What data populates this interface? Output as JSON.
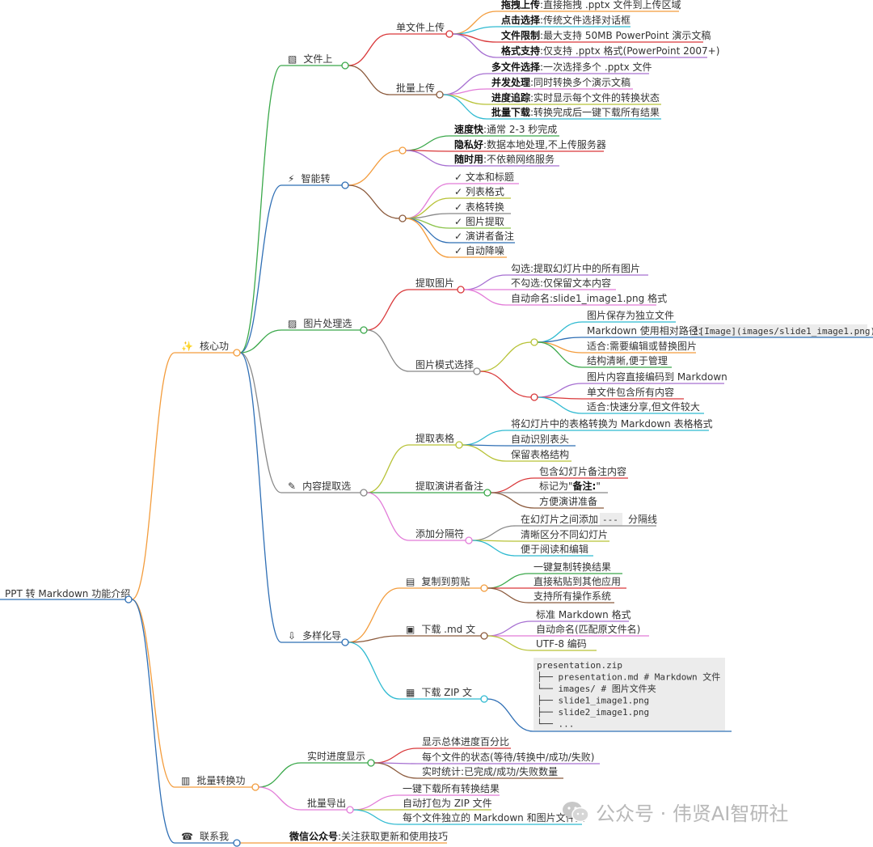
{
  "root": "PPT 转 Markdown 功能介绍",
  "colors": {
    "orange": "#f39c3c",
    "blue": "#2f6fb5",
    "green": "#3aa84a",
    "red": "#d9383a",
    "brown": "#8b5a3c",
    "purple": "#a66fd1",
    "pink": "#e27bd8",
    "cyan": "#2fbad1",
    "olive": "#b7c236",
    "gray": "#888888",
    "lime": "#8bc34a",
    "teal": "#3ab5a0"
  },
  "nodes": {
    "n1": {
      "icon": "✨",
      "text": "核心功"
    },
    "n1_1": {
      "icon": "▧",
      "text": "文件上"
    },
    "n1_1_1": "单文件上传",
    "n1_1_1_a": [
      {
        "t": "拖拽上传",
        "b": true
      },
      {
        "t": ":直接拖拽 .pptx 文件到上传区域"
      }
    ],
    "n1_1_1_b": [
      {
        "t": "点击选择",
        "b": true
      },
      {
        "t": ":传统文件选择对话框"
      }
    ],
    "n1_1_1_c": [
      {
        "t": "文件限制",
        "b": true
      },
      {
        "t": ":最大支持 50MB PowerPoint 演示文稿"
      }
    ],
    "n1_1_1_d": [
      {
        "t": "格式支持",
        "b": true
      },
      {
        "t": ":仅支持 .pptx 格式(PowerPoint 2007+)"
      }
    ],
    "n1_1_2": "批量上传",
    "n1_1_2_a": [
      {
        "t": "多文件选择",
        "b": true
      },
      {
        "t": ":一次选择多个 .pptx 文件"
      }
    ],
    "n1_1_2_b": [
      {
        "t": "并发处理",
        "b": true
      },
      {
        "t": ":同时转换多个演示文稿"
      }
    ],
    "n1_1_2_c": [
      {
        "t": "进度追踪",
        "b": true
      },
      {
        "t": ":实时显示每个文件的转换状态"
      }
    ],
    "n1_1_2_d": [
      {
        "t": "批量下载",
        "b": true
      },
      {
        "t": ":转换完成后一键下载所有结果"
      }
    ],
    "n1_2": {
      "icon": "⚡",
      "text": "智能转"
    },
    "n1_2_1_a": [
      {
        "t": "速度快",
        "b": true
      },
      {
        "t": ":通常 2-3 秒完成"
      }
    ],
    "n1_2_1_b": [
      {
        "t": "隐私好",
        "b": true
      },
      {
        "t": ":数据本地处理,不上传服务器"
      }
    ],
    "n1_2_1_c": [
      {
        "t": "随时用",
        "b": true
      },
      {
        "t": ":不依赖网络服务"
      }
    ],
    "n1_2_2_a": "✓ 文本和标题",
    "n1_2_2_b": "✓ 列表格式",
    "n1_2_2_c": "✓ 表格转换",
    "n1_2_2_d": "✓ 图片提取",
    "n1_2_2_e": "✓ 演讲者备注",
    "n1_2_2_f": "✓ 自动降噪",
    "n1_3": {
      "icon": "▨",
      "text": "图片处理选"
    },
    "n1_3_1": "提取图片",
    "n1_3_1_a": "勾选:提取幻灯片中的所有图片",
    "n1_3_1_b": "不勾选:仅保留文本内容",
    "n1_3_1_c": "自动命名:slide1_image1.png 格式",
    "n1_3_2": "图片模式选择",
    "n1_3_2_1_a": "图片保存为独立文件",
    "n1_3_2_1_b_text": "Markdown 使用相对路径:",
    "n1_3_2_1_b_code": "![Image](images/slide1_image1.png)",
    "n1_3_2_1_c": "适合:需要编辑或替换图片",
    "n1_3_2_1_d": "结构清晰,便于管理",
    "n1_3_2_2_a": "图片内容直接编码到 Markdown",
    "n1_3_2_2_b": "单文件包含所有内容",
    "n1_3_2_2_c": "适合:快速分享,但文件较大",
    "n1_4": {
      "icon": "✎",
      "text": "内容提取选"
    },
    "n1_4_1": "提取表格",
    "n1_4_1_a": "将幻灯片中的表格转换为 Markdown 表格格式",
    "n1_4_1_b": "自动识别表头",
    "n1_4_1_c": "保留表格结构",
    "n1_4_2": "提取演讲者备注",
    "n1_4_2_a": "包含幻灯片备注内容",
    "n1_4_2_b": [
      {
        "t": "标记为\""
      },
      {
        "t": "备注:",
        "b": true
      },
      {
        "t": "\""
      }
    ],
    "n1_4_2_c": "方便演讲准备",
    "n1_4_3": "添加分隔符",
    "n1_4_3_a_pre": "在幻灯片之间添加",
    "n1_4_3_a_code": "---",
    "n1_4_3_a_post": "分隔线",
    "n1_4_3_b": "清晰区分不同幻灯片",
    "n1_4_3_c": "便于阅读和编辑",
    "n1_5": {
      "icon": "⇩",
      "text": "多样化导"
    },
    "n1_5_1": {
      "icon": "▤",
      "text": "复制到剪贴"
    },
    "n1_5_1_a": "一键复制转换结果",
    "n1_5_1_b": "直接粘贴到其他应用",
    "n1_5_1_c": "支持所有操作系统",
    "n1_5_2": {
      "icon": "▣",
      "text": "下载 .md 文"
    },
    "n1_5_2_a": "标准 Markdown 格式",
    "n1_5_2_b": "自动命名(匹配原文件名)",
    "n1_5_2_c": "UTF-8 编码",
    "n1_5_3": {
      "icon": "▦",
      "text": "下载 ZIP 文"
    },
    "n1_5_3_tree": [
      "presentation.zip",
      "├── presentation.md    # Markdown 文件",
      "└── images/            # 图片文件夹",
      "    ├── slide1_image1.png",
      "    ├── slide2_image1.png",
      "    └── ..."
    ],
    "n2": {
      "icon": "▥",
      "text": "批量转换功"
    },
    "n2_1": "实时进度显示",
    "n2_1_a": "显示总体进度百分比",
    "n2_1_b": "每个文件的状态(等待/转换中/成功/失败)",
    "n2_1_c": "实时统计:已完成/成功/失败数量",
    "n2_2": "批量导出",
    "n2_2_a": "一键下载所有转换结果",
    "n2_2_b": "自动打包为 ZIP 文件",
    "n2_2_c": "每个文件独立的 Markdown 和图片文件夹",
    "n3": {
      "icon": "☎",
      "text": "联系我"
    },
    "n3_a": [
      {
        "t": "微信公众号",
        "b": true
      },
      {
        "t": ":关注获取更新和使用技巧"
      }
    ]
  },
  "watermark": "公众号 · 伟贤AI智研社"
}
